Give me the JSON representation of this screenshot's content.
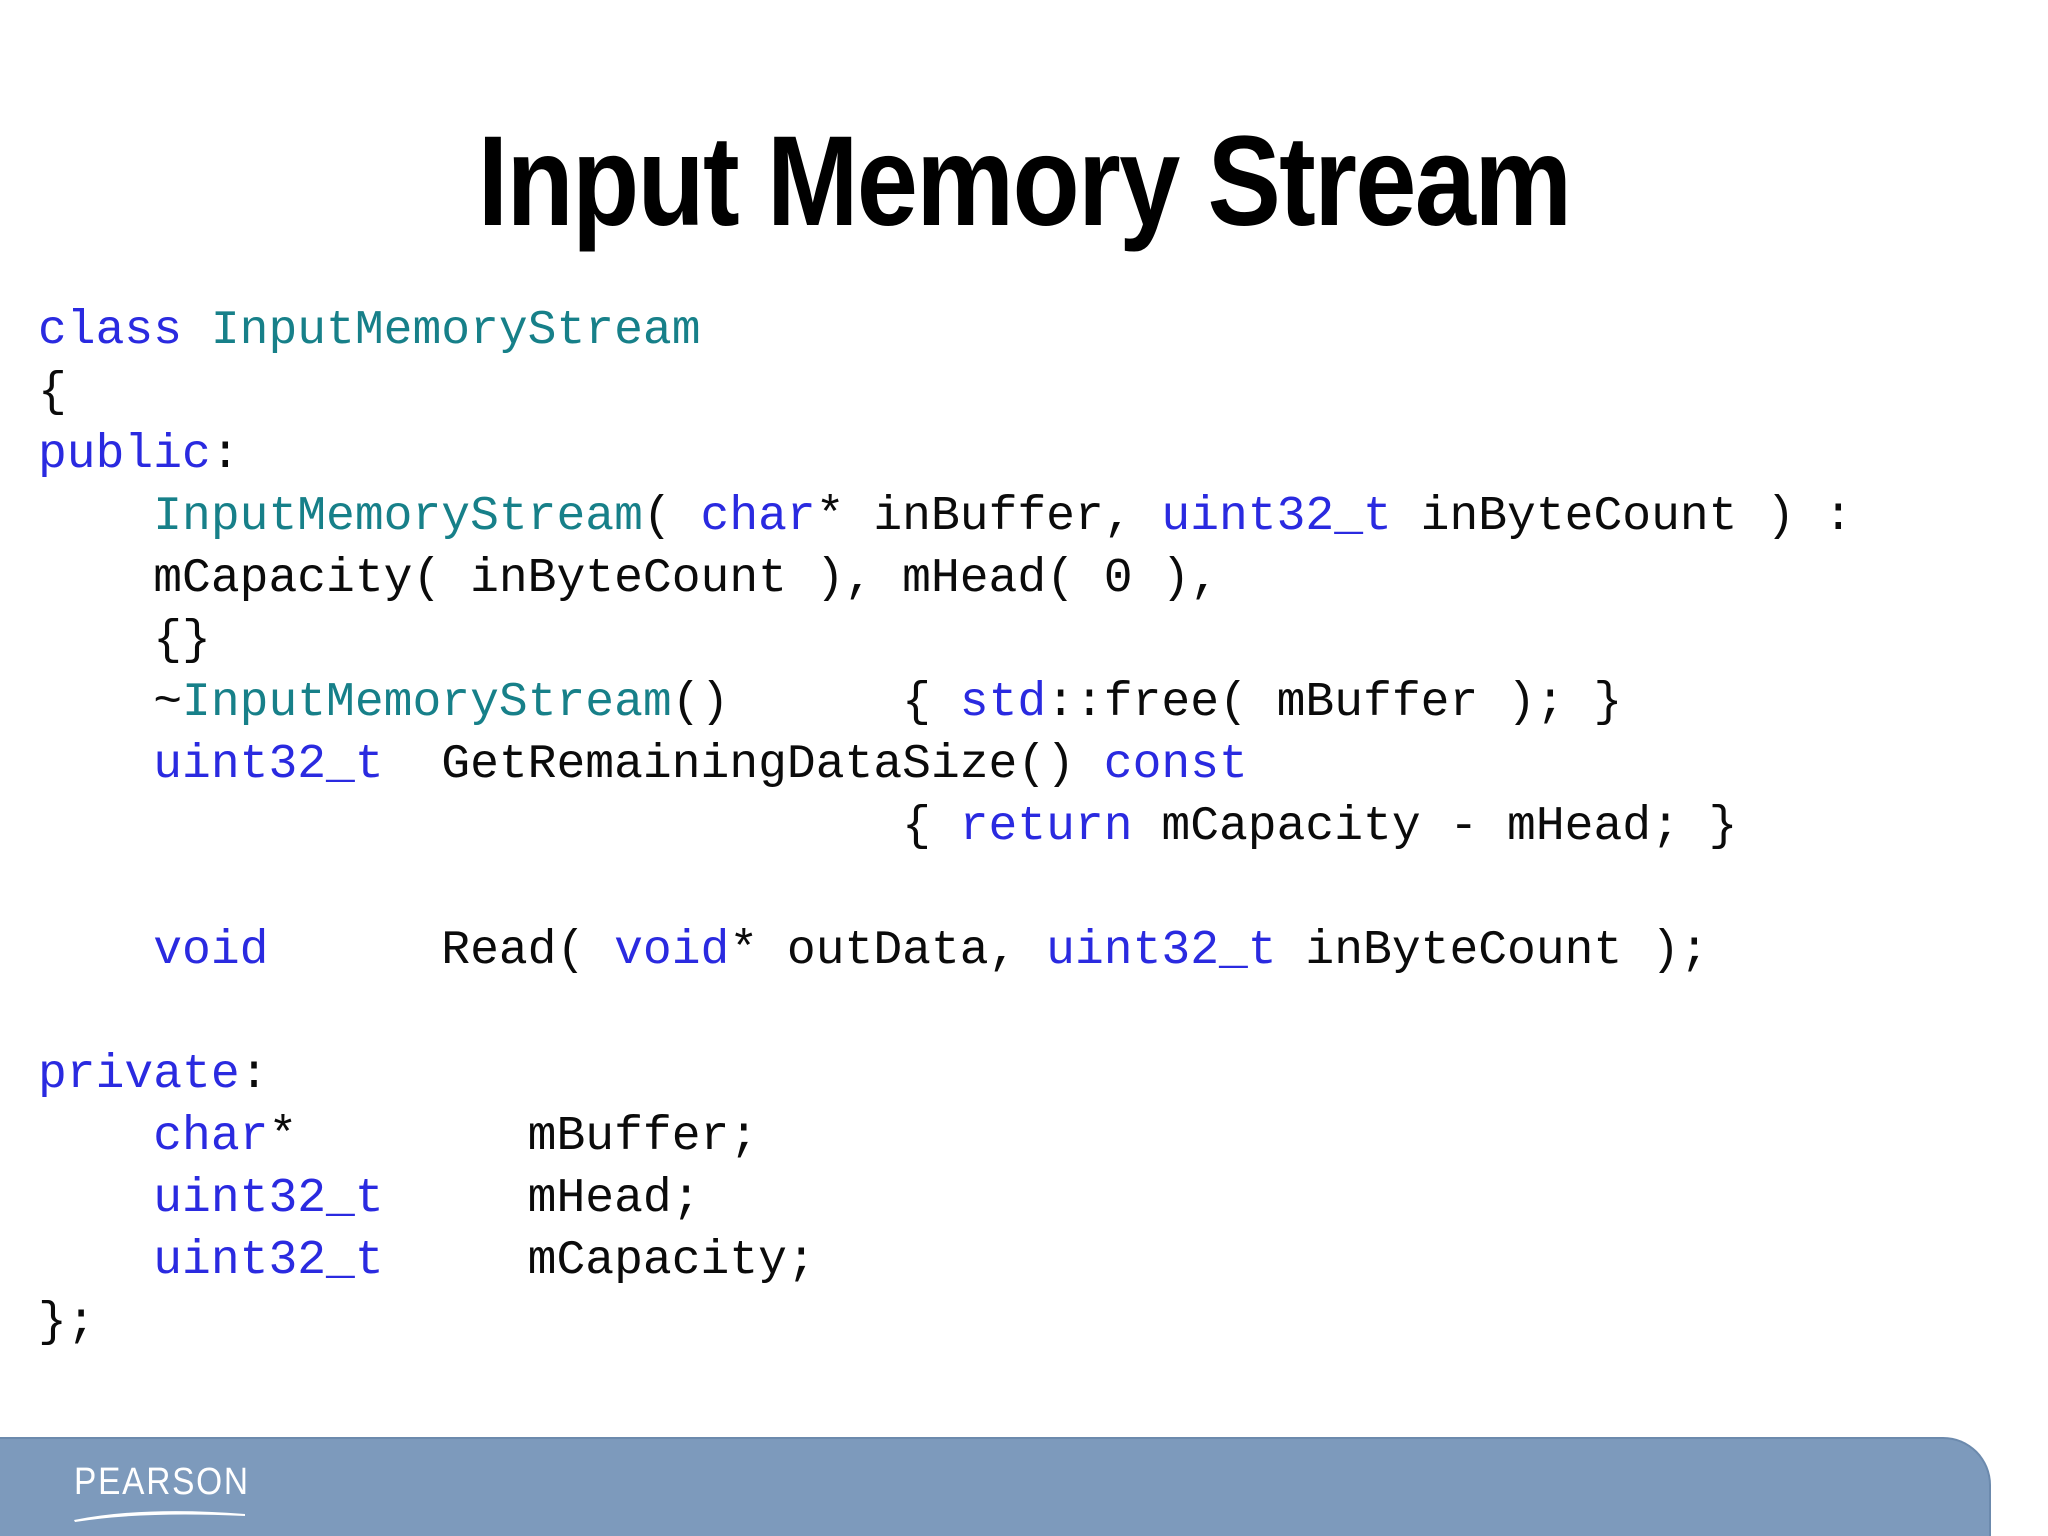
{
  "title": "Input Memory Stream",
  "colors": {
    "keyword_blue": "#2a2ae0",
    "type_teal": "#178089",
    "plain_black": "#0b0b0b",
    "footer_blue": "#7d9abc"
  },
  "code": {
    "lines": [
      [
        {
          "t": "class ",
          "c": "k"
        },
        {
          "t": "InputMemoryStream",
          "c": "t"
        }
      ],
      [
        {
          "t": "{",
          "c": "p"
        }
      ],
      [
        {
          "t": "public",
          "c": "k"
        },
        {
          "t": ":",
          "c": "p"
        }
      ],
      [
        {
          "t": "    ",
          "c": "p"
        },
        {
          "t": "InputMemoryStream",
          "c": "t"
        },
        {
          "t": "( ",
          "c": "p"
        },
        {
          "t": "char",
          "c": "k"
        },
        {
          "t": "* inBuffer, ",
          "c": "p"
        },
        {
          "t": "uint32_t",
          "c": "k"
        },
        {
          "t": " inByteCount ) :",
          "c": "p"
        }
      ],
      [
        {
          "t": "    mCapacity( inByteCount ), mHead( 0 ),",
          "c": "p"
        }
      ],
      [
        {
          "t": "    {}",
          "c": "p"
        }
      ],
      [
        {
          "t": "    ~",
          "c": "p"
        },
        {
          "t": "InputMemoryStream",
          "c": "t"
        },
        {
          "t": "()      { ",
          "c": "p"
        },
        {
          "t": "std",
          "c": "k"
        },
        {
          "t": "::free( mBuffer ); }",
          "c": "p"
        }
      ],
      [
        {
          "t": "    ",
          "c": "p"
        },
        {
          "t": "uint32_t",
          "c": "k"
        },
        {
          "t": "  GetRemainingDataSize() ",
          "c": "p"
        },
        {
          "t": "const",
          "c": "k"
        }
      ],
      [
        {
          "t": "                              { ",
          "c": "p"
        },
        {
          "t": "return",
          "c": "k"
        },
        {
          "t": " mCapacity - mHead; }",
          "c": "p"
        }
      ],
      [],
      [
        {
          "t": "    ",
          "c": "p"
        },
        {
          "t": "void",
          "c": "k"
        },
        {
          "t": "      Read( ",
          "c": "p"
        },
        {
          "t": "void",
          "c": "k"
        },
        {
          "t": "* outData, ",
          "c": "p"
        },
        {
          "t": "uint32_t",
          "c": "k"
        },
        {
          "t": " inByteCount );",
          "c": "p"
        }
      ],
      [],
      [
        {
          "t": "private",
          "c": "k"
        },
        {
          "t": ":",
          "c": "p"
        }
      ],
      [
        {
          "t": "    ",
          "c": "p"
        },
        {
          "t": "char",
          "c": "k"
        },
        {
          "t": "*        mBuffer;",
          "c": "p"
        }
      ],
      [
        {
          "t": "    ",
          "c": "p"
        },
        {
          "t": "uint32_t",
          "c": "k"
        },
        {
          "t": "     mHead;",
          "c": "p"
        }
      ],
      [
        {
          "t": "    ",
          "c": "p"
        },
        {
          "t": "uint32_t",
          "c": "k"
        },
        {
          "t": "     mCapacity;",
          "c": "p"
        }
      ],
      [
        {
          "t": "};",
          "c": "p"
        }
      ]
    ]
  },
  "footer": {
    "brand": "PEARSON"
  }
}
